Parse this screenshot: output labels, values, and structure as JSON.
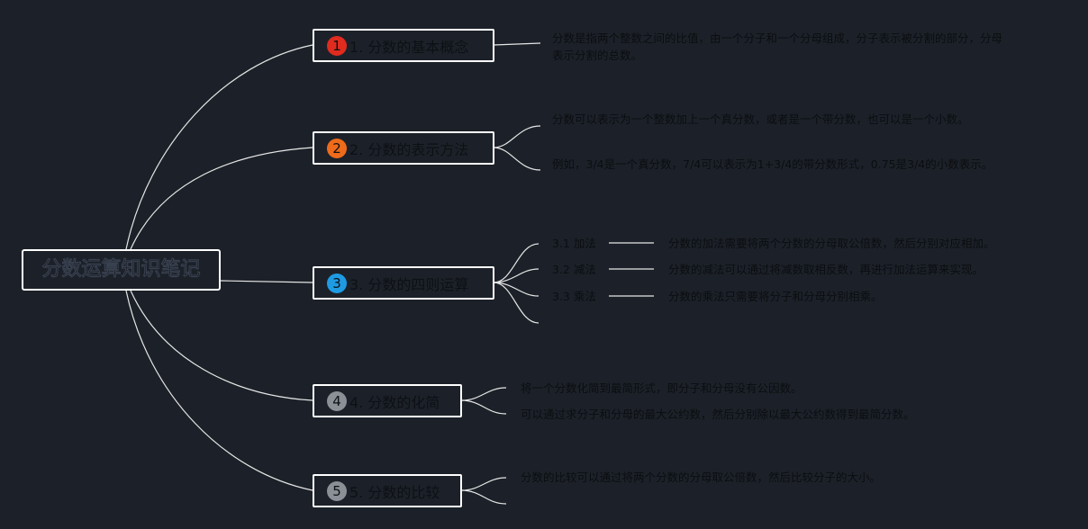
{
  "root": {
    "label": "分数运算知识笔记"
  },
  "colors": {
    "background": "#1c2129",
    "border": "#ffffff",
    "link": "#e6e6e6",
    "text": "#0d1014"
  },
  "topics": [
    {
      "number": "1",
      "label": "1. 分数的基本概念",
      "badge_color": "#e02b1f",
      "notes": [
        "分数是指两个整数之间的比值，由一个分子和一个分母组成，分子表示被分割的部分，分母表示分割的总数。"
      ]
    },
    {
      "number": "2",
      "label": "2. 分数的表示方法",
      "badge_color": "#ee6b1b",
      "notes": [
        "分数可以表示为一个整数加上一个真分数，或者是一个带分数，也可以是一个小数。",
        "例如，3/4是一个真分数，7/4可以表示为1+3/4的带分数形式，0.75是3/4的小数表示。"
      ]
    },
    {
      "number": "3",
      "label": "3. 分数的四则运算",
      "badge_color": "#1e9be3",
      "subtopics": [
        {
          "label": "3.1 加法",
          "note": "分数的加法需要将两个分数的分母取公倍数，然后分别对应相加。"
        },
        {
          "label": "3.2 减法",
          "note": "分数的减法可以通过将减数取相反数，再进行加法运算来实现。"
        },
        {
          "label": "3.3 乘法",
          "note": "分数的乘法只需要将分子和分母分别相乘。"
        }
      ]
    },
    {
      "number": "4",
      "label": "4. 分数的化简",
      "badge_color": "#8b8f96",
      "notes": [
        "将一个分数化简到最简形式，即分子和分母没有公因数。",
        "可以通过求分子和分母的最大公约数，然后分别除以最大公约数得到最简分数。"
      ]
    },
    {
      "number": "5",
      "label": "5. 分数的比较",
      "badge_color": "#8b8f96",
      "notes": [
        "分数的比较可以通过将两个分数的分母取公倍数，然后比较分子的大小。"
      ]
    }
  ]
}
